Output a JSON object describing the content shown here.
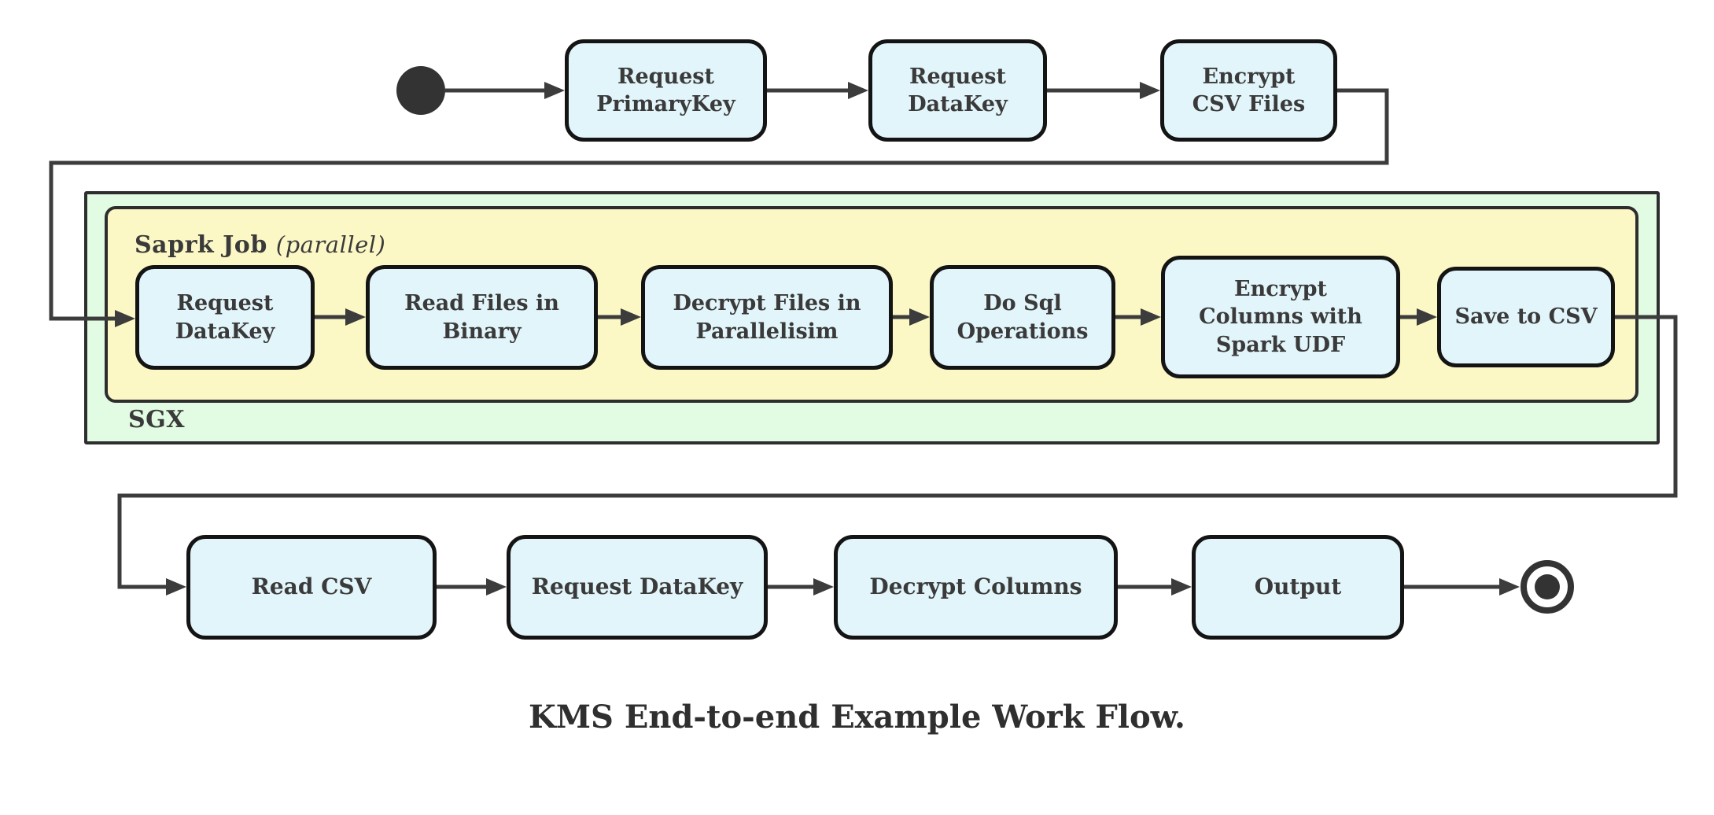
{
  "diagram": {
    "caption": "KMS End-to-end Example Work Flow.",
    "colors": {
      "node_fill": "#e2f5fa",
      "node_border": "#141414",
      "sgx_fill": "#e1fce3",
      "spark_fill": "#fcf8c6",
      "container_border": "#2e2e2e",
      "line": "#3c3c3c",
      "text": "#3a3a3a"
    },
    "top_row": {
      "nodes": [
        [
          "Request",
          "PrimaryKey"
        ],
        [
          "Request",
          "DataKey"
        ],
        [
          "Encrypt",
          "CSV Files"
        ]
      ]
    },
    "sgx": {
      "label": "SGX"
    },
    "spark": {
      "label": "Saprk Job",
      "label_suffix": "(parallel)"
    },
    "spark_nodes": [
      [
        "Request",
        "DataKey"
      ],
      [
        "Read Files in",
        "Binary"
      ],
      [
        "Decrypt Files in",
        "Parallelisim"
      ],
      [
        "Do Sql",
        "Operations"
      ],
      [
        "Encrypt",
        "Columns with",
        "Spark UDF"
      ],
      [
        "Save to CSV"
      ]
    ],
    "bottom_nodes": [
      [
        "Read CSV"
      ],
      [
        "Request DataKey"
      ],
      [
        "Decrypt Columns"
      ],
      [
        "Output"
      ]
    ]
  }
}
